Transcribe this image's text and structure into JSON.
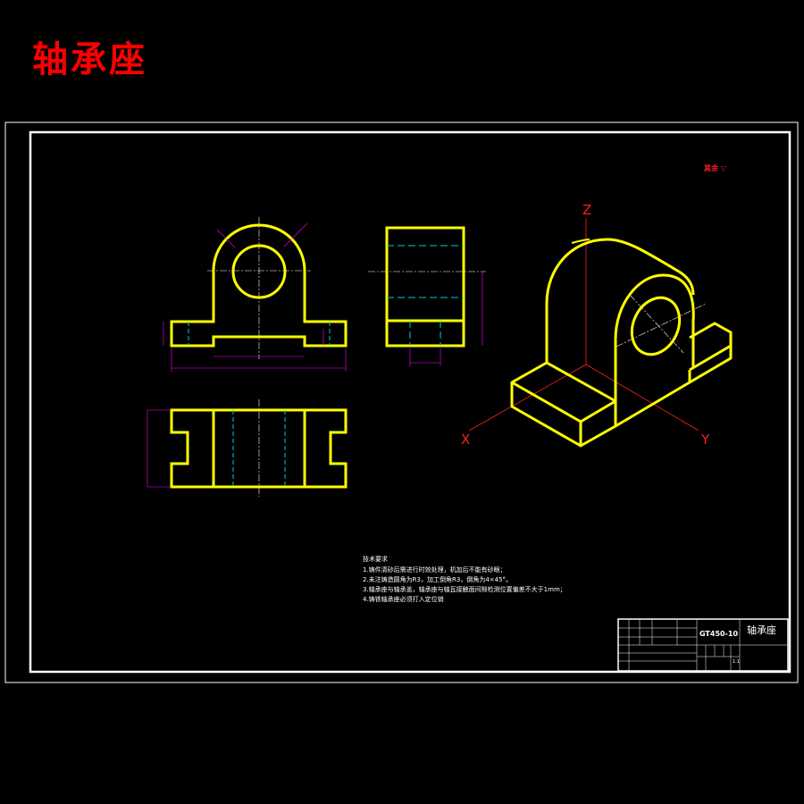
{
  "title": "轴承座",
  "roughness_mark": "其余 ▽",
  "axes": {
    "z": "Z",
    "x": "X",
    "y": "Y"
  },
  "tech_requirements": {
    "heading": "技术要求",
    "items": [
      "1.铸件清砂后需进行时效处理，机加后不能有砂眼；",
      "2.未注铸造圆角为R3，加工倒角R3，倒角为4×45°。",
      "3.轴承座与轴承盖，轴承座与轴瓦接触面间隙检测位置偏差不大于1mm；",
      "4.铸铁轴承座必须打入定位销"
    ]
  },
  "title_block": {
    "drawing_number": "GT450-10",
    "part_name": "轴承座",
    "scale": "1:1"
  },
  "colors": {
    "outline": "#ffff00",
    "hidden": "#00cccc",
    "dimension": "#ff00ff",
    "center": "#ffffff",
    "axis": "#ff2020",
    "frame": "#ffffff"
  }
}
